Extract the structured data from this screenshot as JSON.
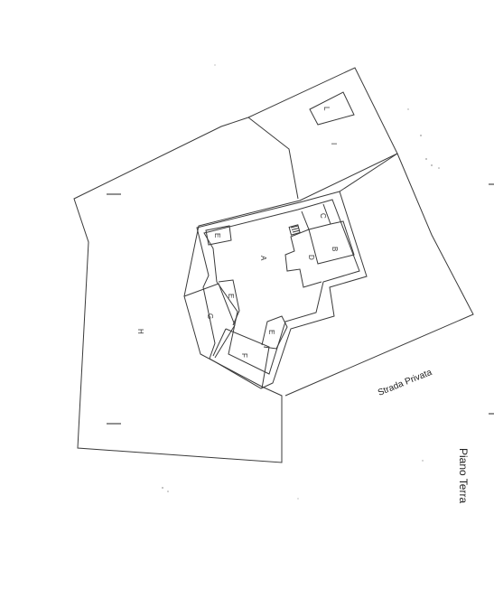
{
  "plan": {
    "rooms": {
      "a": "A",
      "b": "B",
      "c": "C",
      "d": "D",
      "e1": "E",
      "e2": "E",
      "e3": "E",
      "f": "F",
      "g": "G",
      "h": "H",
      "i": "I",
      "l": "L"
    },
    "road_label": "Strada Privata",
    "floor_label": "Piano Terra"
  }
}
